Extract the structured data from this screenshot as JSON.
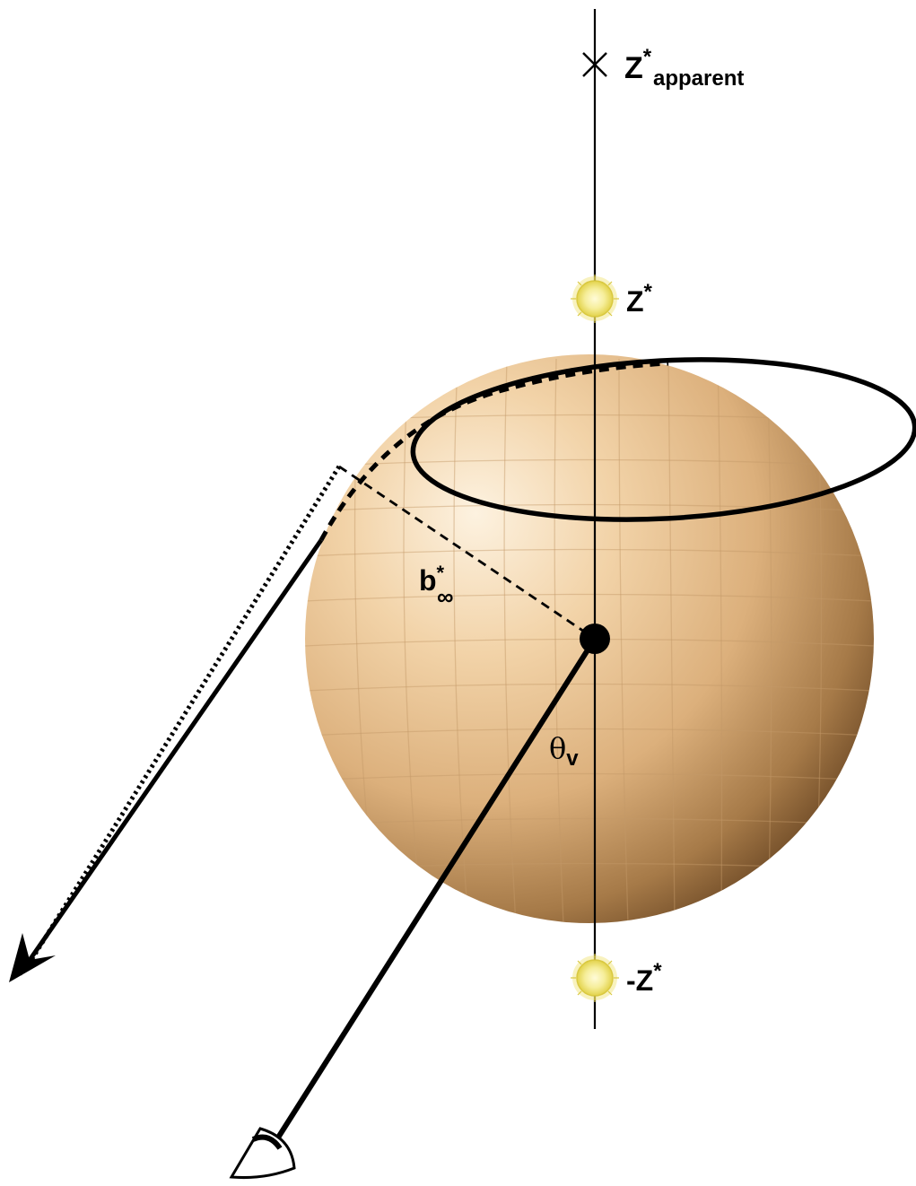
{
  "labels": {
    "z_apparent_main": "Z",
    "z_apparent_sup": "*",
    "z_apparent_sub": "apparent",
    "z_star_main": "Z",
    "z_star_sup": "*",
    "neg_z_star_main": "-Z",
    "neg_z_star_sup": "*",
    "b_main": "b",
    "b_sup": "*",
    "b_sub": "∞",
    "theta_main": "θ",
    "theta_sub": "v"
  },
  "icons": {
    "apparent_marker": "cross-marker-icon",
    "star_north": "sun-icon",
    "star_south": "sun-icon",
    "observer": "eye-icon",
    "center": "dot-icon"
  },
  "colors": {
    "sphere_highlight": "#fbe9d0",
    "sphere_mid": "#e6bf8f",
    "sphere_shadow": "#7a5530",
    "star_core": "#f8f0a0",
    "star_glow": "#e8d84a",
    "ink": "#000000"
  }
}
